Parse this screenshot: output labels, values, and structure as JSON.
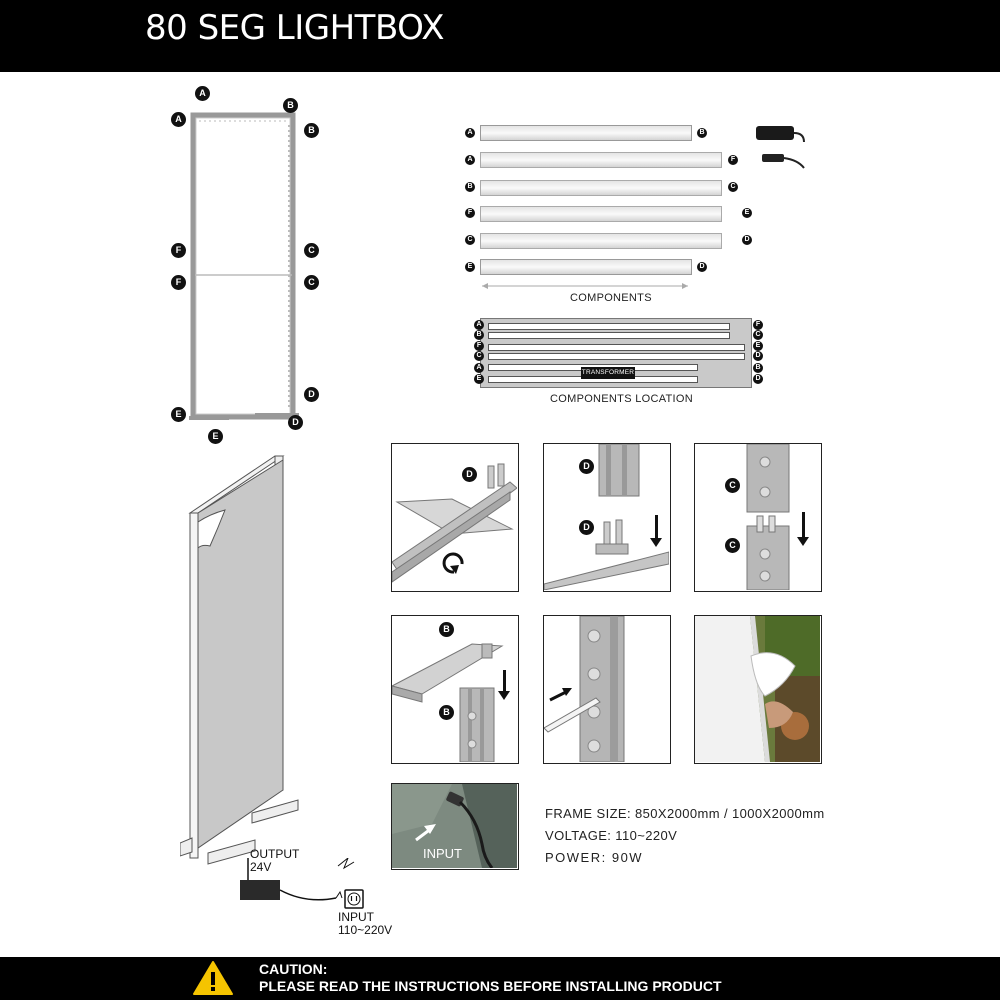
{
  "header": {
    "title": "80 SEG LIGHTBOX"
  },
  "frame_markers": [
    "A",
    "A",
    "B",
    "B",
    "F",
    "C",
    "F",
    "C",
    "E",
    "D",
    "E",
    "D"
  ],
  "components": {
    "caption": "COMPONENTS",
    "rows": [
      {
        "left": "A",
        "right": "B"
      },
      {
        "left": "A",
        "right": "F"
      },
      {
        "left": "B",
        "right": "C"
      },
      {
        "left": "F",
        "right": "E"
      },
      {
        "left": "C",
        "right": "D"
      },
      {
        "left": "E",
        "right": "D"
      }
    ]
  },
  "location": {
    "caption": "COMPONENTS LOCATION",
    "transformer_label": "TRANSFORMER",
    "left_markers": [
      "A",
      "B",
      "F",
      "C",
      "A",
      "E"
    ],
    "right_markers": [
      "F",
      "C",
      "E",
      "D",
      "B",
      "D"
    ]
  },
  "steps": {
    "s1_marker": "D",
    "s2_marker_top": "D",
    "s2_marker_bottom": "D",
    "s3_marker_top": "C",
    "s3_marker_bottom": "C",
    "s4_marker_top": "B",
    "s4_marker_bottom": "B",
    "input_label": "INPUT"
  },
  "specs": {
    "frame_size": "FRAME SIZE: 850X2000mm / 1000X2000mm",
    "voltage": "VOLTAGE: 110~220V",
    "power": "POWER: 90W"
  },
  "power": {
    "output_line1": "OUTPUT",
    "output_line2": "24V",
    "input_line1": "INPUT",
    "input_line2": "110~220V"
  },
  "footer": {
    "caution_title": "CAUTION:",
    "caution_text": "PLEASE READ THE INSTRUCTIONS BEFORE INSTALLING PRODUCT"
  }
}
